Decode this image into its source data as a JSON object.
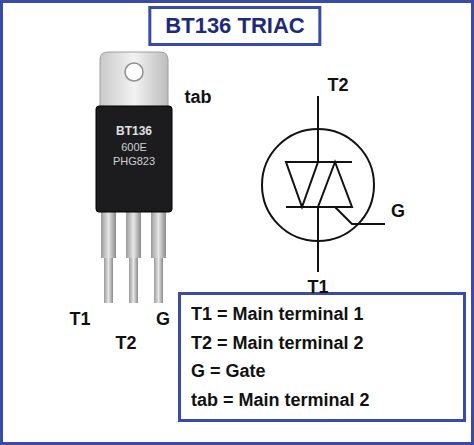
{
  "diagram": {
    "title": "BT136 TRIAC",
    "nodes": [
      {
        "text": [
          "T1 = Main terminal 1",
          "T2 = Main terminal 2",
          "G = Gate",
          "tab = Main terminal 2"
        ]
      }
    ],
    "labels": [
      "tab",
      "BT136",
      "600E",
      "PHG823",
      "T1",
      "T2",
      "G",
      "T2",
      "G",
      "T1"
    ]
  }
}
